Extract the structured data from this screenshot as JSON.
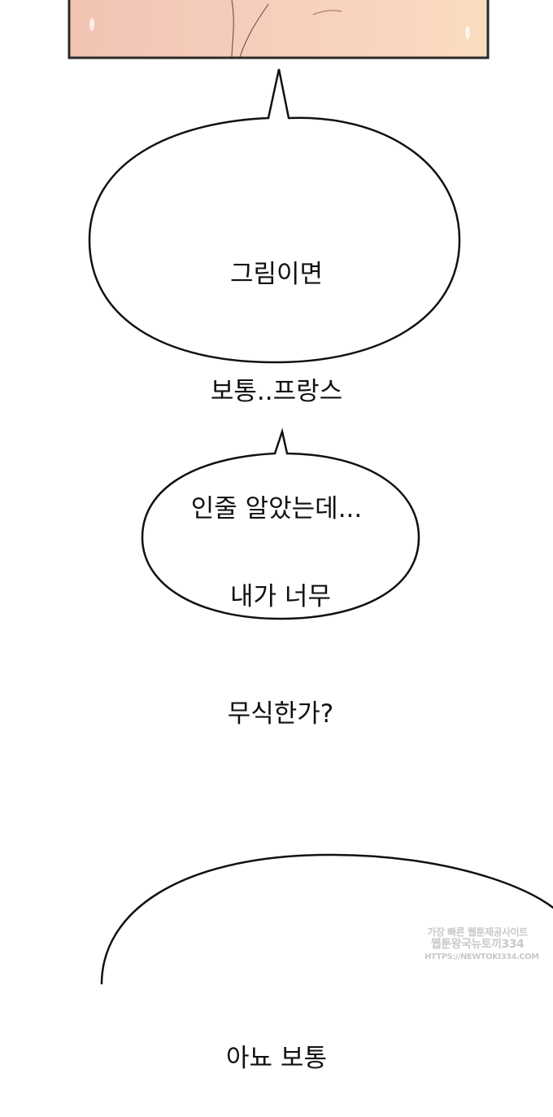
{
  "bubbles": [
    {
      "lines": [
        "그림이면",
        "보통..프랑스",
        "인줄 알았는데..."
      ]
    },
    {
      "lines": [
        "내가 너무",
        "무식한가?"
      ]
    },
    {
      "lines": [
        "아뇨 보통"
      ]
    }
  ],
  "watermark": {
    "line1": "가장 빠른 웹툰제공사이트",
    "line2": "웹툰왕국뉴토끼334",
    "line3": "HTTPS://NEWTOKI334.COM"
  },
  "colors": {
    "panel_skin": "#f4c9b6",
    "panel_border": "#2a2a2a",
    "bubble_stroke": "#111111"
  }
}
